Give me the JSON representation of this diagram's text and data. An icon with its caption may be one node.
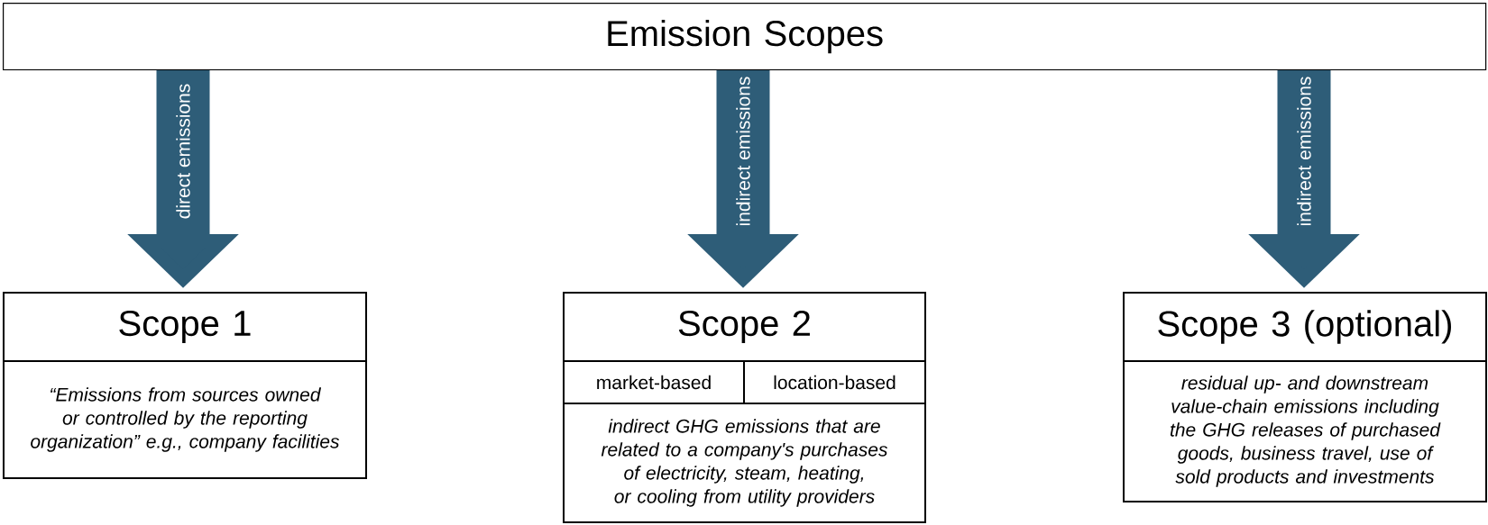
{
  "diagram": {
    "nodes": [
      {
        "text": [
          "Emission Scopes"
        ]
      },
      {
        "text": [
          "Scope 1"
        ]
      },
      {
        "text": [
          "“Emissions from sources owned or controlled by the reporting organization” e.g., company facilities"
        ]
      },
      {
        "text": [
          "Scope 2"
        ]
      },
      {
        "text": [
          "market-based"
        ]
      },
      {
        "text": [
          "location-based"
        ]
      },
      {
        "text": [
          "indirect GHG emissions that are related to a company's purchases of electricity, steam, heating, or cooling from utility providers"
        ]
      },
      {
        "text": [
          "Scope 3 (optional)"
        ]
      },
      {
        "text": [
          "residual up- and downstream value-chain emissions including the GHG releases of purchased goods, business travel, use of sold products and investments"
        ]
      }
    ],
    "edges": [
      {
        "from": 0,
        "to": 1,
        "arrow": "to",
        "label": "direct emissions"
      },
      {
        "from": 0,
        "to": 3,
        "arrow": "to",
        "label": "indirect emissions"
      },
      {
        "from": 0,
        "to": 7,
        "arrow": "to",
        "label": "indirect emissions"
      }
    ]
  }
}
